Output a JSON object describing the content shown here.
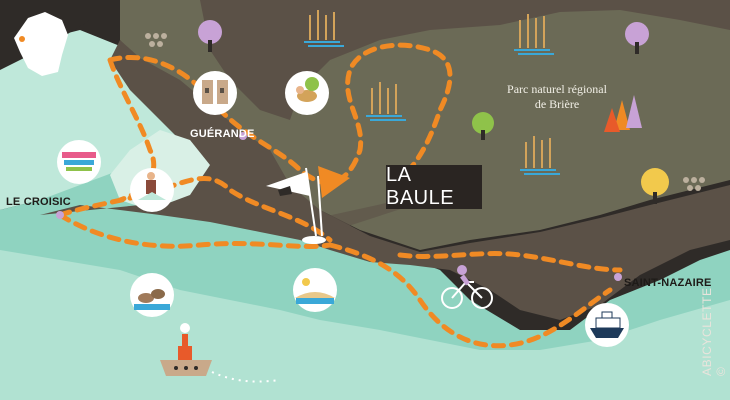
{
  "title": "LA BAULE",
  "places": {
    "le_croisic": "LE CROISIC",
    "guerande": "GUÉRANDE",
    "saint_nazaire": "SAINT-NAZAIRE"
  },
  "park": {
    "line1": "Parc naturel régional",
    "line2": "de Brière"
  },
  "credit": "ABICYCLETTE ©",
  "colors": {
    "land": "#5b5147",
    "marsh": "#6b6a56",
    "sea": "#8fd3c0",
    "sea_light": "#bfe8da",
    "route": "#f08a24",
    "marker": "#c8a2d6"
  },
  "icons": [
    "france-map-icon",
    "boats-icon",
    "salt-worker-icon",
    "seals-icon",
    "towers-icon",
    "bird-icon",
    "beach-icon",
    "cyclist-icon",
    "ferry-icon",
    "lighthouse-boat-icon",
    "flag-icon"
  ]
}
